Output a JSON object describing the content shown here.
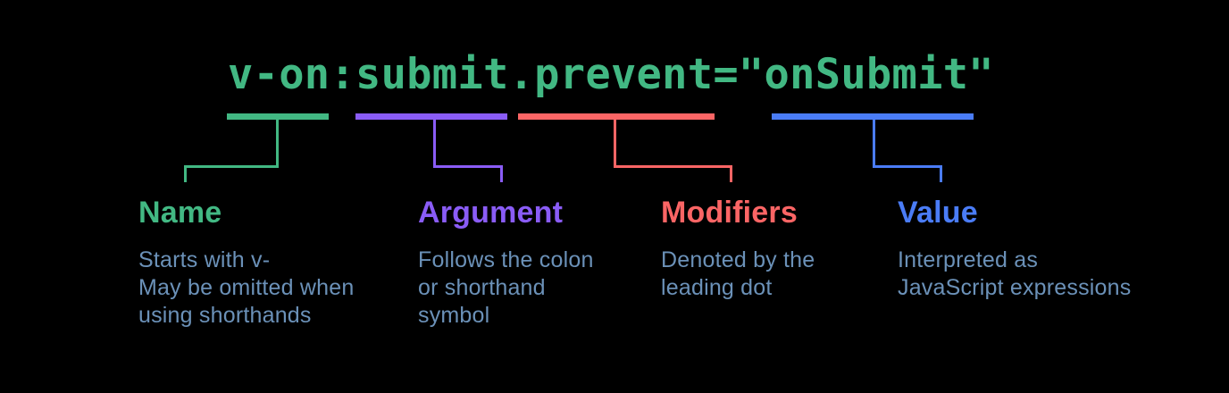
{
  "code": {
    "text": "v-on:submit.prevent=\"onSubmit\""
  },
  "colors": {
    "background": "#000000",
    "code_green": "#42b883",
    "name_green": "#42b883",
    "argument_purple": "#8a5cf6",
    "modifiers_red": "#fb6565",
    "value_blue": "#4a7cf6",
    "description_text": "#6b91b8"
  },
  "segments": [
    {
      "id": "name",
      "label": "Name",
      "color": "#42b883",
      "description": [
        "Starts with v-",
        "May be omitted when",
        "using shorthands"
      ]
    },
    {
      "id": "argument",
      "label": "Argument",
      "color": "#8a5cf6",
      "description": [
        "Follows the colon",
        "or shorthand",
        "symbol"
      ]
    },
    {
      "id": "modifiers",
      "label": "Modifiers",
      "color": "#fb6565",
      "description": [
        "Denoted by the",
        "leading dot"
      ]
    },
    {
      "id": "value",
      "label": "Value",
      "color": "#4a7cf6",
      "description": [
        "Interpreted as",
        "JavaScript expressions"
      ]
    }
  ]
}
